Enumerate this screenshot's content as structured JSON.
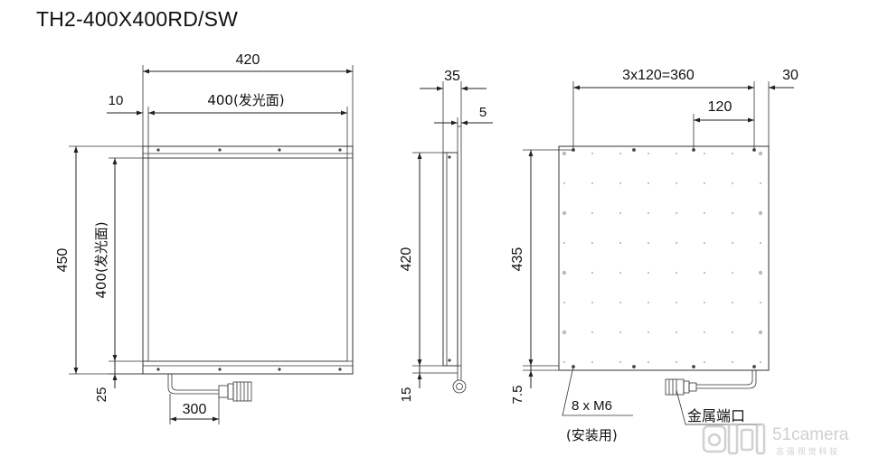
{
  "title": "TH2-400X400RD/SW",
  "front": {
    "width_overall": "420",
    "width_emit": "400(发光面)",
    "edge": "10",
    "height_overall": "450",
    "height_emit": "400(发光面)",
    "cable_offset": "25",
    "cable_len": "300"
  },
  "side": {
    "thickness": "35",
    "flange": "5",
    "height": "420",
    "bottom": "15"
  },
  "back": {
    "hole_span": "3x120=360",
    "edge_offset": "30",
    "pitch": "120",
    "height": "435",
    "bottom": "7.5",
    "mount_holes": "8 x M6",
    "mount_note": "(安装用)",
    "port_label": "金属端口"
  },
  "watermark": {
    "brand": "51camera",
    "tagline": "志 强 视 觉 科 技"
  },
  "colors": {
    "line": "#222222",
    "dot": "#444444",
    "grid_dot": "#bbbbbb",
    "watermark": "#c8c8c8"
  }
}
